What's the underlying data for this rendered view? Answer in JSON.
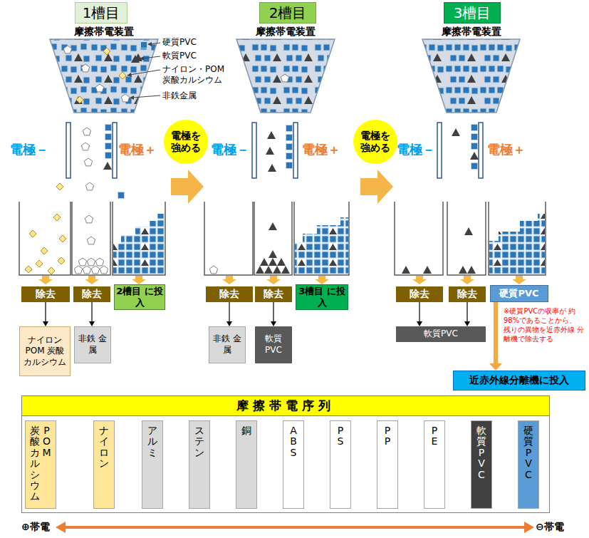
{
  "diagram": {
    "nodes": [
      {
        "text": [
          "1槽目"
        ]
      },
      {
        "text": [
          "2槽目"
        ]
      },
      {
        "text": [
          "3槽目"
        ]
      },
      {
        "text": [
          "電極を 強める"
        ]
      },
      {
        "text": [
          "電極を 強める"
        ]
      },
      {
        "text": [
          "除去"
        ]
      },
      {
        "text": [
          "除去"
        ]
      },
      {
        "text": [
          "2槽目 に投入"
        ]
      },
      {
        "text": [
          "ナイロン POM 炭酸 カルシウム"
        ]
      },
      {
        "text": [
          "非鉄 金属"
        ]
      },
      {
        "text": [
          "除去"
        ]
      },
      {
        "text": [
          "除去"
        ]
      },
      {
        "text": [
          "3槽目 に投入"
        ]
      },
      {
        "text": [
          "非鉄 金属"
        ]
      },
      {
        "text": [
          "軟質 PVC"
        ]
      },
      {
        "text": [
          "除去"
        ]
      },
      {
        "text": [
          "除去"
        ]
      },
      {
        "text": [
          "硬質PVC"
        ]
      },
      {
        "text": [
          "軟質PVC"
        ]
      },
      {
        "text": [
          "近赤外線分離機に投入"
        ]
      },
      {
        "text": [
          "摩擦帯電序列"
        ]
      },
      {
        "text": [
          "POM",
          "炭酸カルシウム"
        ],
        "in": 20
      },
      {
        "text": [
          "ナイロン"
        ],
        "in": 20
      },
      {
        "text": [
          "アルミ"
        ],
        "in": 20
      },
      {
        "text": [
          "ステン"
        ],
        "in": 20
      },
      {
        "text": [
          "銅"
        ],
        "in": 20
      },
      {
        "text": [
          "ABS"
        ],
        "in": 20
      },
      {
        "text": [
          "PS"
        ],
        "in": 20
      },
      {
        "text": [
          "PP"
        ],
        "in": 20
      },
      {
        "text": [
          "PE"
        ],
        "in": 20
      },
      {
        "text": [
          "軟質PVC"
        ],
        "in": 20
      },
      {
        "text": [
          "硬質PVC"
        ],
        "in": 20
      }
    ],
    "edges": [
      {
        "from": 5,
        "to": 8,
        "arrow": "to"
      },
      {
        "from": 6,
        "to": 9,
        "arrow": "to"
      },
      {
        "from": 10,
        "to": 13,
        "arrow": "to"
      },
      {
        "from": 11,
        "to": 14,
        "arrow": "to"
      },
      {
        "from": 15,
        "to": 18,
        "arrow": "to"
      },
      {
        "from": 16,
        "to": 18,
        "arrow": "to"
      },
      {
        "from": 17,
        "to": 19,
        "arrow": "to"
      }
    ],
    "labels": [
      "摩擦帯電装置",
      "硬質PVC",
      "軟質PVC",
      "ナイロン・POM 炭酸カルシウム",
      "非鉄金属",
      "電極－",
      "電極＋",
      "摩擦帯電装置",
      "電極－",
      "電極＋",
      "摩擦帯電装置",
      "電極－",
      "電極＋",
      "※硬質PVCの収率が 約98%であることから、 残りの異物を近赤外線 分離機で除去する",
      "⊕帯電",
      "⊖帯電"
    ]
  }
}
